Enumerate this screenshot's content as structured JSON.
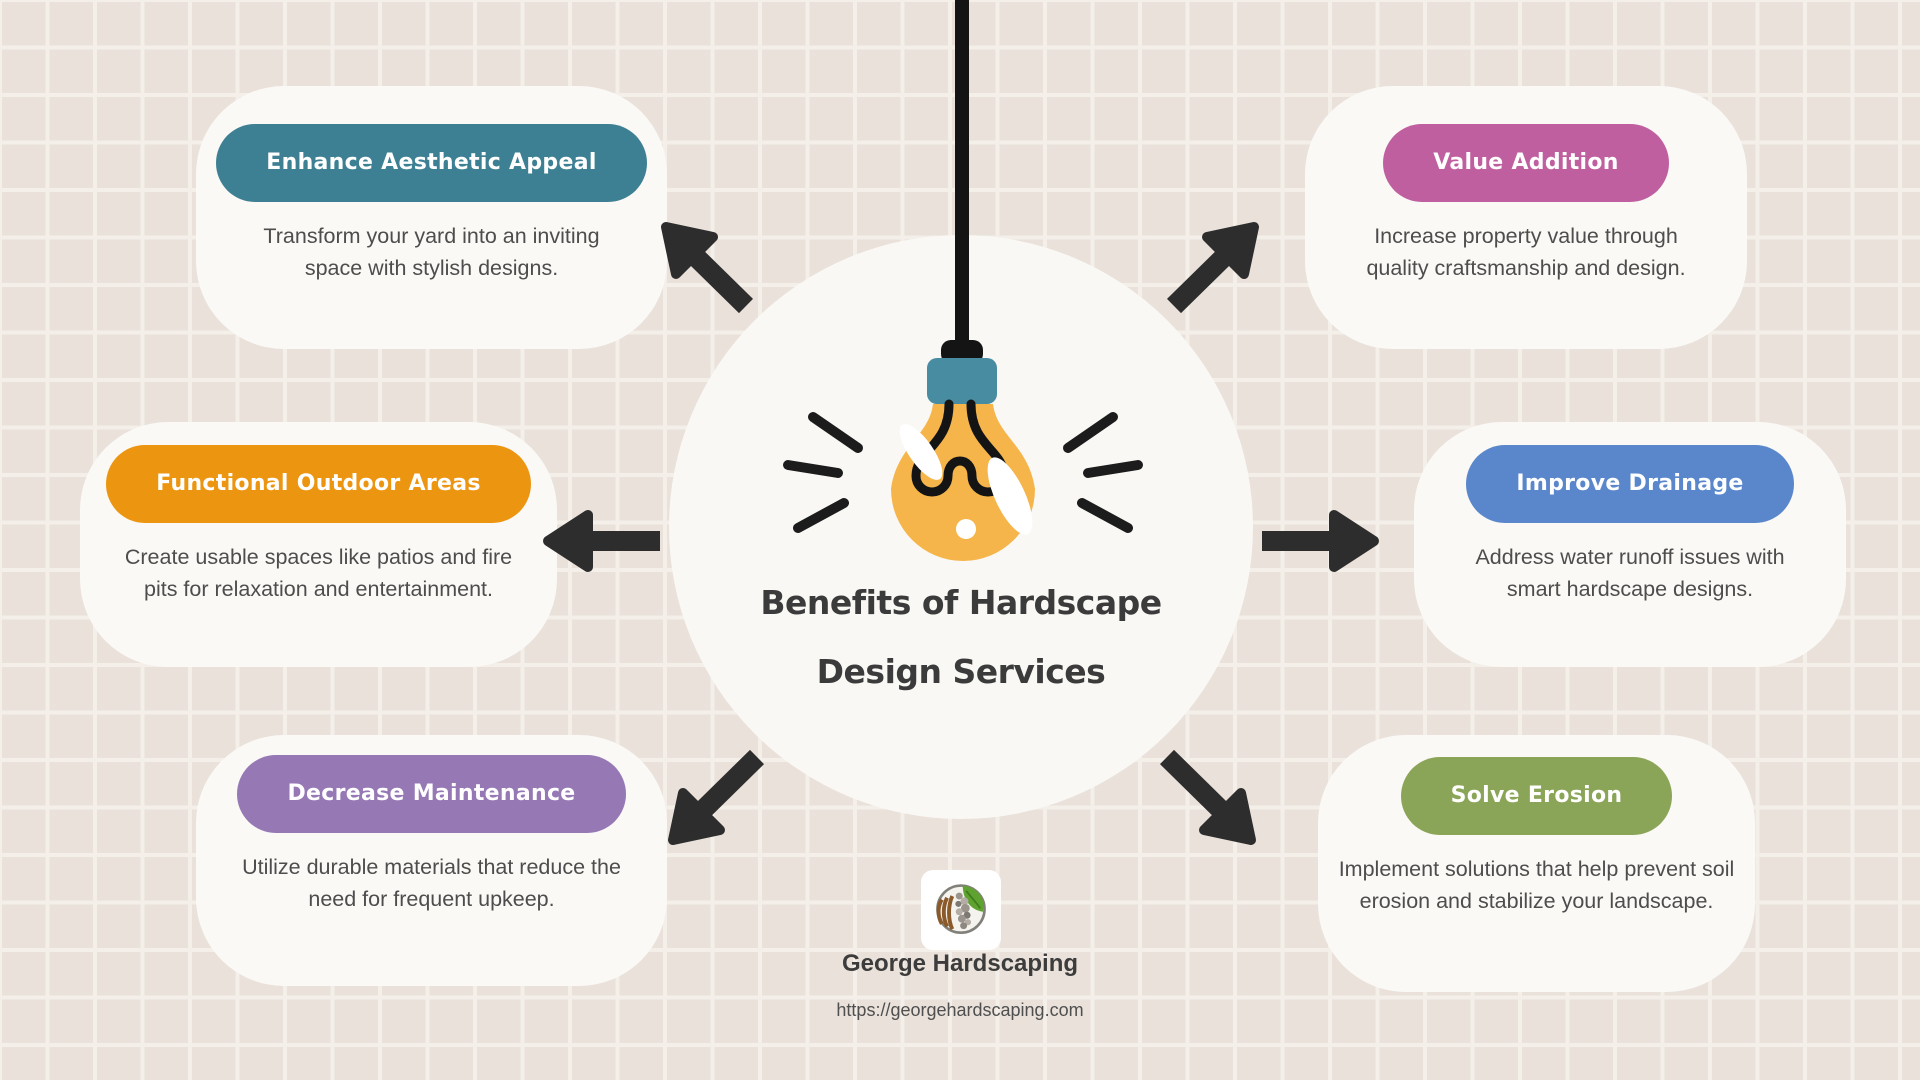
{
  "infographic": {
    "title_line1": "Benefits of Hardscape",
    "title_line2": "Design Services"
  },
  "cards": [
    {
      "label": "Enhance Aesthetic Appeal",
      "color": "#3E8093",
      "body": "Transform your yard into an inviting space with stylish designs."
    },
    {
      "label": "Value Addition",
      "color": "#C05F9F",
      "body": "Increase property value through quality craftsmanship and design."
    },
    {
      "label": "Functional Outdoor Areas",
      "color": "#EC9511",
      "body": "Create usable spaces like patios and fire pits for relaxation and entertainment."
    },
    {
      "label": "Improve Drainage",
      "color": "#5A87CB",
      "body": "Address water runoff issues with smart hardscape designs."
    },
    {
      "label": "Decrease Maintenance",
      "color": "#9578B4",
      "body": "Utilize durable materials that reduce the need for frequent upkeep."
    },
    {
      "label": "Solve Erosion",
      "color": "#8BA558",
      "body": "Implement solutions that help prevent soil erosion and stabilize your landscape."
    }
  ],
  "footer": {
    "brand": "George Hardscaping",
    "url": "https://georgehardscaping.com"
  },
  "icons": {
    "center": "lightbulb-icon",
    "logo": "leaf-and-stone-path-logo-icon",
    "connectors": "arrow-icons"
  },
  "colors": {
    "background": "#E9E1DA",
    "grid_line": "#F4EFE9",
    "card_background": "#FBF9F6",
    "circle_background": "#FAF8F4",
    "arrow": "#2D2D2D",
    "title_text": "#3B3B3B",
    "body_text": "#4D4D4D",
    "bulb": "#F5B54A",
    "bulb_socket": "#478CA0"
  }
}
